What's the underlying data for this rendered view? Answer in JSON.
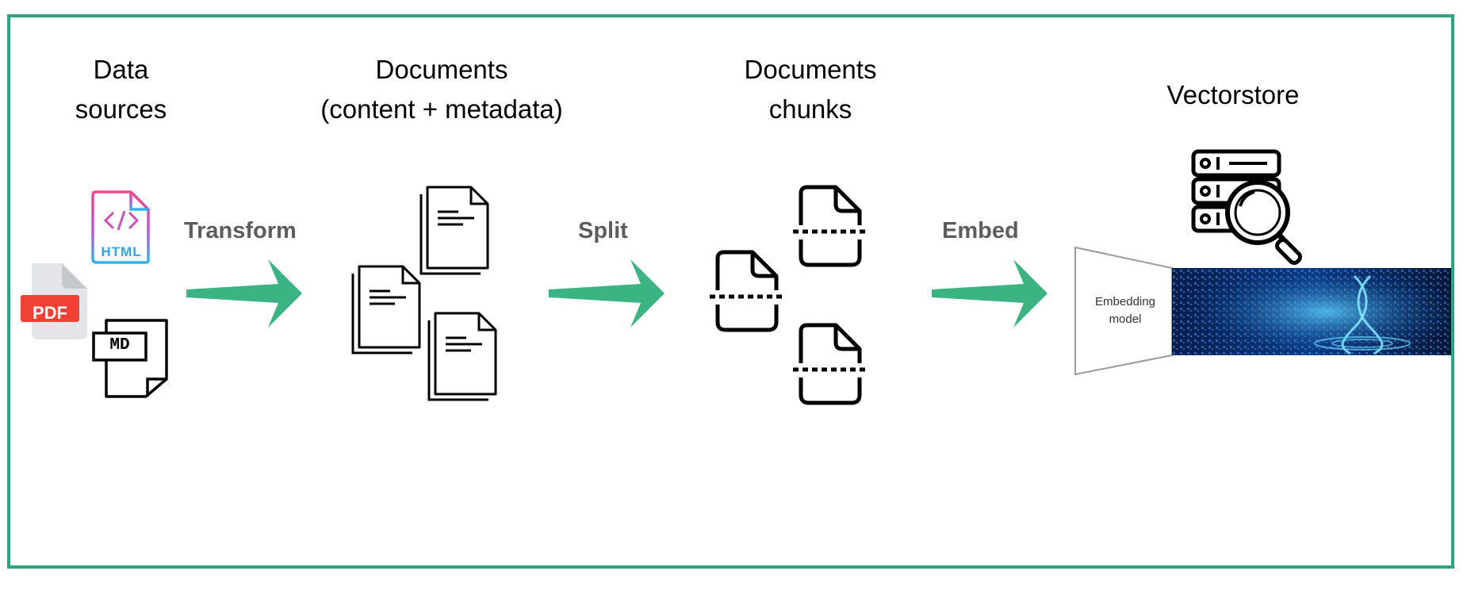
{
  "headings": {
    "data_sources": [
      "Data",
      "sources"
    ],
    "documents": [
      "Documents",
      "(content + metadata)"
    ],
    "chunks": [
      "Documents",
      "chunks"
    ],
    "vectorstore": "Vectorstore"
  },
  "steps": {
    "transform": "Transform",
    "split": "Split",
    "embed": "Embed"
  },
  "file_badges": {
    "html": "HTML",
    "pdf": "PDF",
    "md": "MD"
  },
  "embedding_model": [
    "Embedding",
    "model"
  ],
  "colors": {
    "frame": "#2fa283",
    "arrow": "#3bb382",
    "step_label": "#5d5d5d",
    "pdf_red": "#ef4136",
    "html_gradient_start": "#f2468a",
    "html_gradient_end": "#2fb4f0",
    "vector_blue": "#0a2f72"
  },
  "icons": [
    "html-file-icon",
    "pdf-file-icon",
    "md-file-icon",
    "document-stack-icon",
    "document-chunk-icon",
    "server-search-icon"
  ]
}
